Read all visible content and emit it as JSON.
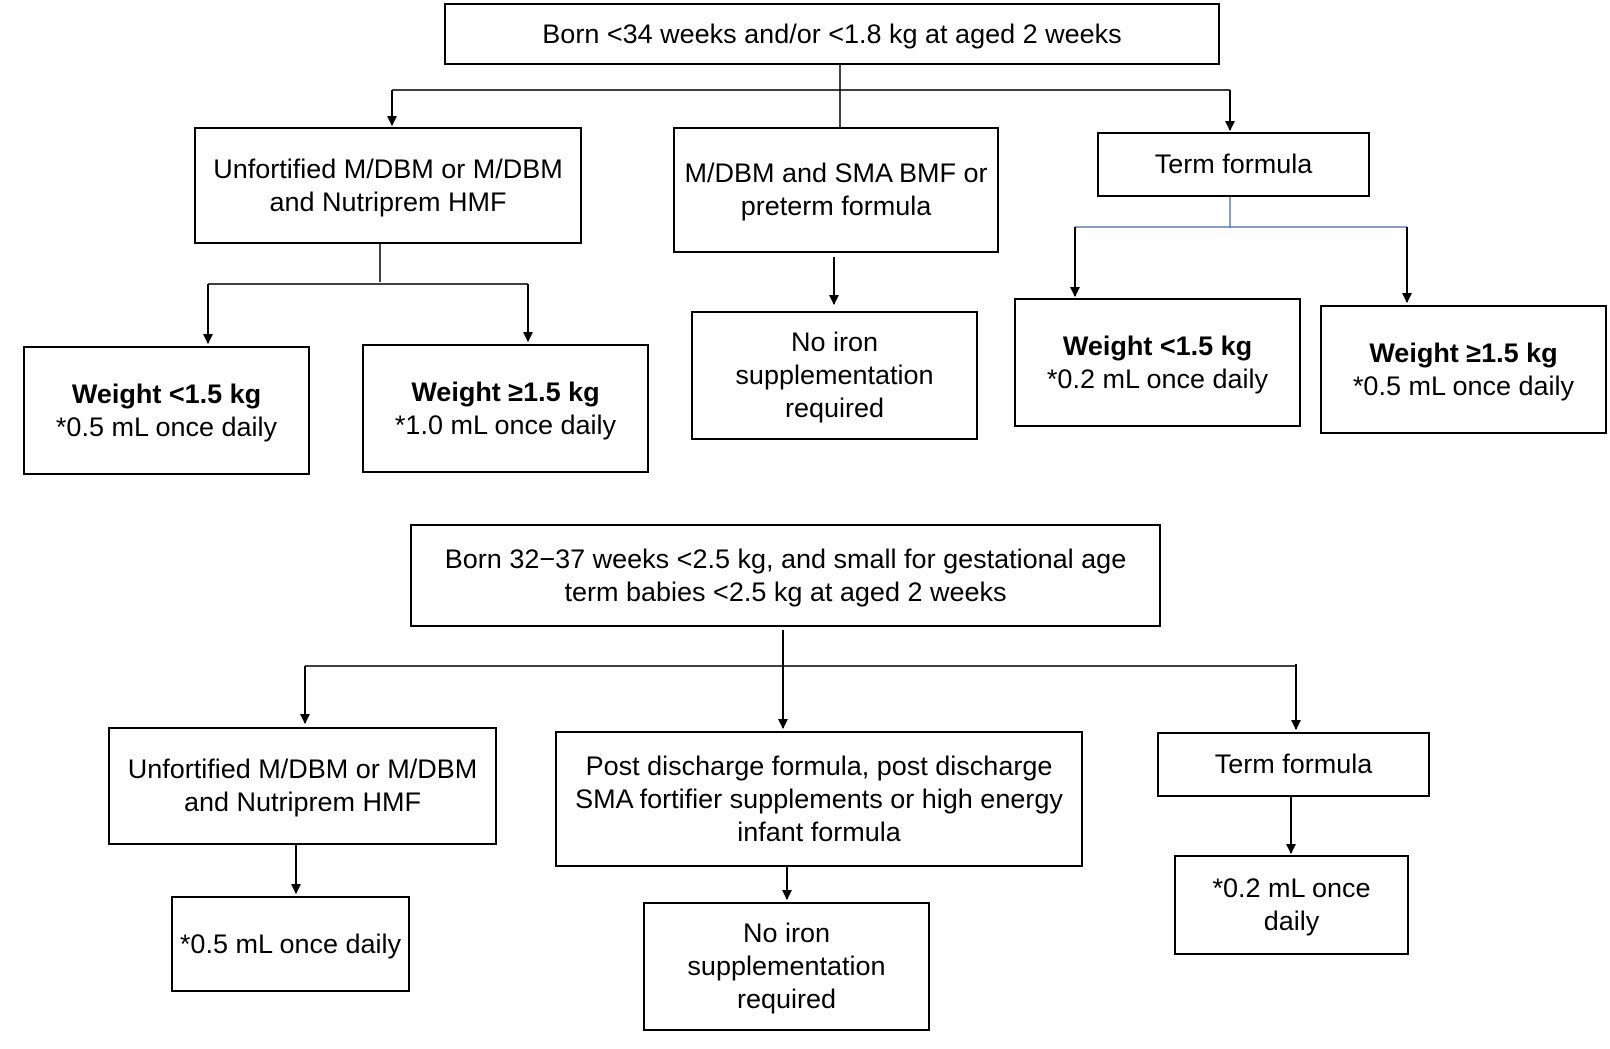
{
  "top": {
    "root": "Born <34 weeks and/or <1.8 kg at aged 2 weeks",
    "branch_a": {
      "label": "Unfortified M/DBM or M/DBM and Nutriprem HMF",
      "low": {
        "title": "Weight <1.5 kg",
        "dose": "*0.5 mL once daily"
      },
      "high": {
        "title": "Weight ≥1.5 kg",
        "dose": "*1.0 mL once daily"
      }
    },
    "branch_b": {
      "label": "M/DBM and SMA BMF or preterm formula",
      "result": "No iron supplementation required"
    },
    "branch_c": {
      "label": "Term formula",
      "low": {
        "title": "Weight <1.5 kg",
        "dose": "*0.2 mL once daily"
      },
      "high": {
        "title": "Weight ≥1.5 kg",
        "dose": "*0.5 mL once daily"
      }
    }
  },
  "bottom": {
    "root": "Born 32−37 weeks <2.5 kg, and small for gestational age term babies <2.5 kg at aged 2 weeks",
    "branch_a": {
      "label": "Unfortified M/DBM or M/DBM and Nutriprem HMF",
      "dose": "*0.5 mL once daily"
    },
    "branch_b": {
      "label": "Post discharge formula, post discharge SMA fortifier supplements or high energy infant formula",
      "result": "No iron supplementation required"
    },
    "branch_c": {
      "label": "Term formula",
      "dose": "*0.2 mL once daily"
    }
  }
}
